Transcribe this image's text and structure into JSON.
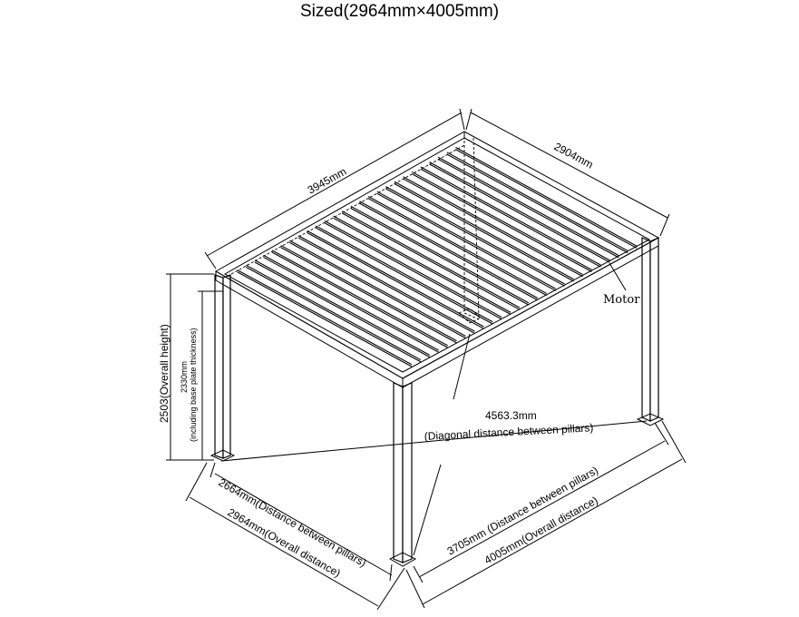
{
  "title": "Sized(2964mm×4005mm)",
  "dimensions": {
    "top_length": "3945mm",
    "top_width": "2904mm",
    "overall_height": "2503(Overall height)",
    "inner_height": "2330mm",
    "inner_height_note": "(including base plate thickness)",
    "diagonal_value": "4563.3mm",
    "diagonal_note": "(Diagonal distance between pillars)",
    "short_pillars": "2664mm(Distance between pillars)",
    "short_overall": "2964mm(Overall distance)",
    "long_pillars": "3705mm (Distance between pillars)",
    "long_overall": "4005mm(Overall distance)"
  },
  "motor_label": "Motor"
}
